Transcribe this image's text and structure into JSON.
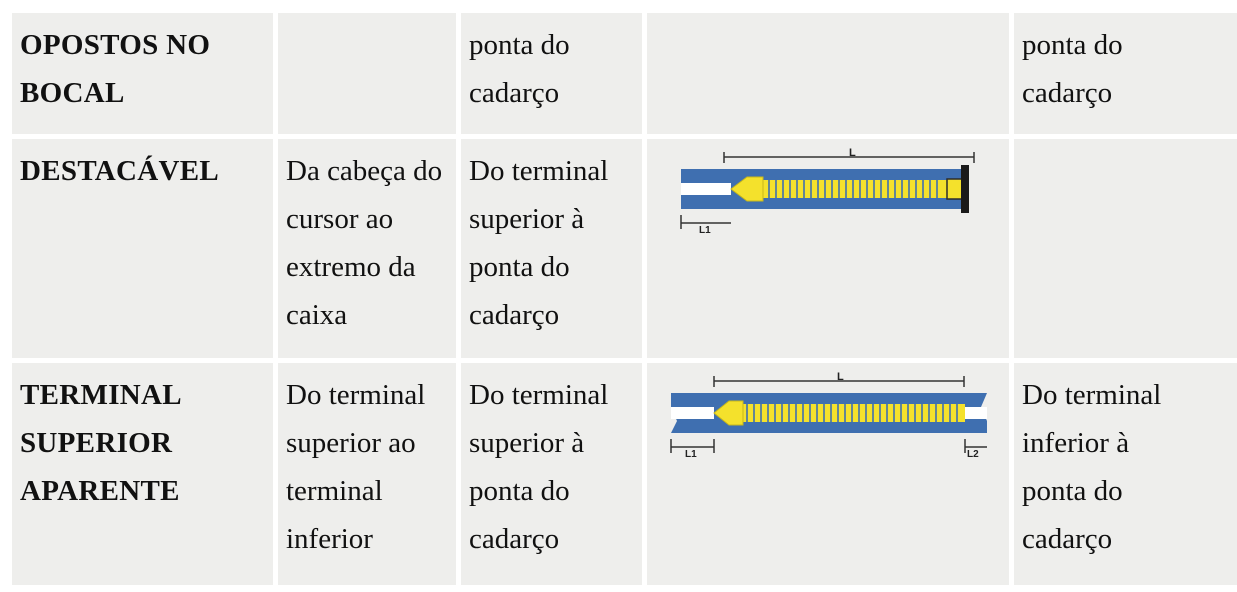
{
  "rows": [
    {
      "type_lines": [
        "OPOSTOS NO",
        "BOCAL"
      ],
      "from_lines": [],
      "col3_lines": [
        "ponta do",
        "cadarço"
      ],
      "diagram": null,
      "col5_lines": [
        "ponta do",
        "cadarço"
      ]
    },
    {
      "type_lines": [
        "DESTACÁVEL"
      ],
      "from_lines": [
        "Da cabeça do",
        "cursor ao",
        "extremo da",
        "caixa"
      ],
      "col3_lines": [
        "Do terminal",
        "superior à",
        "ponta do",
        "cadarço"
      ],
      "diagram": {
        "labels": [
          "L",
          "L1"
        ]
      },
      "col5_lines": []
    },
    {
      "type_lines": [
        "TERMINAL",
        "SUPERIOR",
        "APARENTE"
      ],
      "from_lines": [
        "Do terminal",
        "superior ao",
        "terminal",
        "inferior"
      ],
      "col3_lines": [
        "Do terminal",
        "superior à",
        "ponta do",
        "cadarço"
      ],
      "diagram": {
        "labels": [
          "L",
          "L1",
          "L2"
        ]
      },
      "col5_lines": [
        "Do terminal",
        "inferior à",
        "ponta do",
        "cadarço"
      ]
    }
  ],
  "colors": {
    "cell_bg": "#eeeeec",
    "tape": "#3f6fb0",
    "teeth": "#f4e12c",
    "stop": "#1a1a1a"
  },
  "icons": [
    "zipper-diagram-separating",
    "zipper-diagram-visible-top-stop"
  ]
}
